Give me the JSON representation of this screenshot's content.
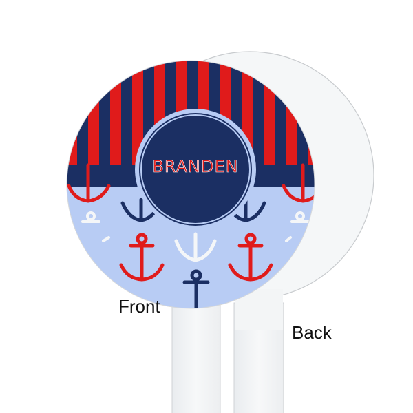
{
  "product": {
    "name_text": "BRANDEN",
    "design": "nautical stripes and anchors",
    "views": [
      {
        "id": "front",
        "label": "Front"
      },
      {
        "id": "back",
        "label": "Back"
      }
    ]
  },
  "colors": {
    "navy": "#1b2f63",
    "red": "#e01b1b",
    "light_blue": "#b8ccf4",
    "white": "#f4f6f8",
    "stick": "#f2f4f6",
    "outline": "#c8cbce"
  }
}
